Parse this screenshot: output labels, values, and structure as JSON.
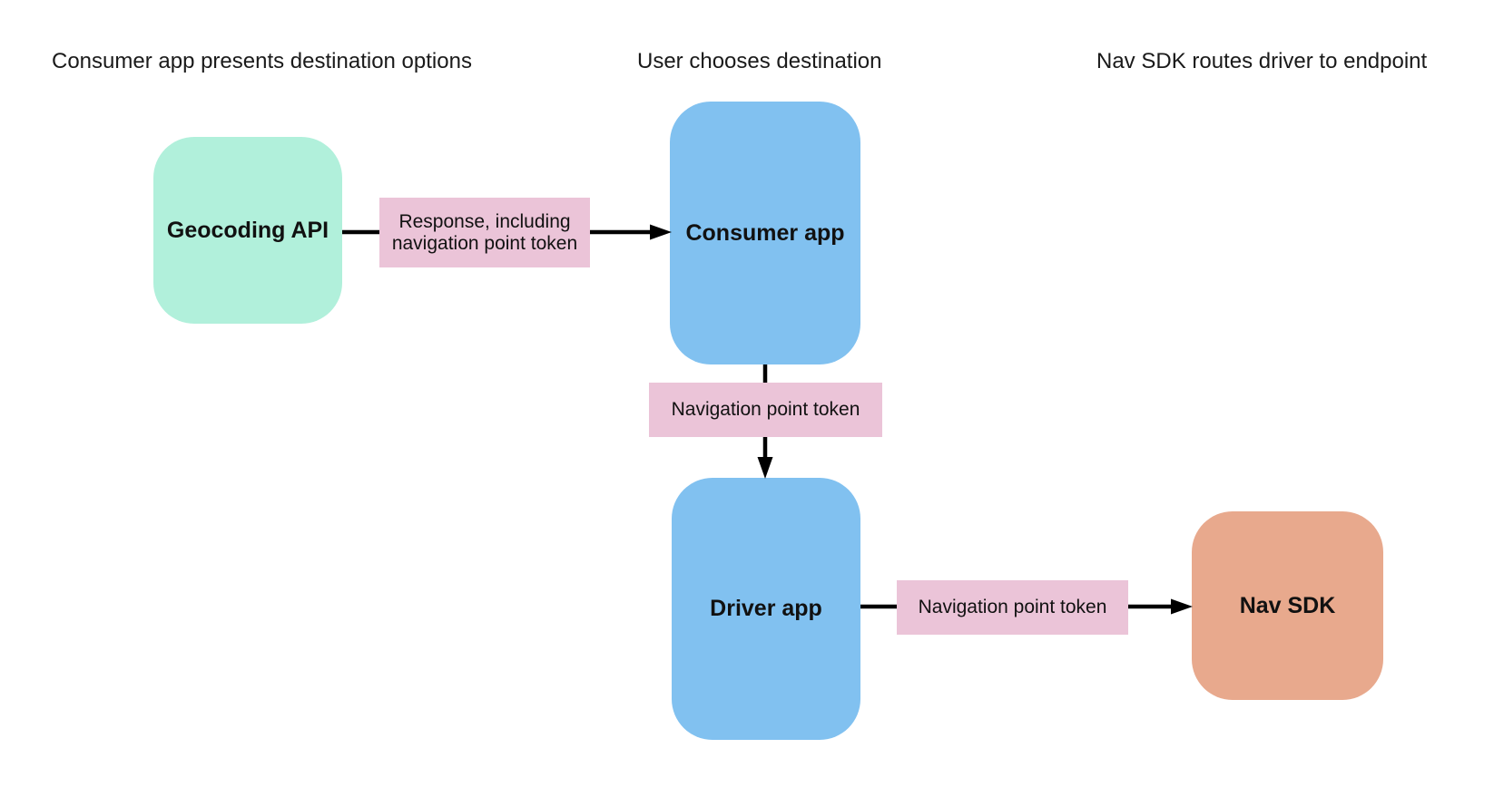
{
  "diagram": {
    "lanes": [
      {
        "label": "Consumer app presents destination options"
      },
      {
        "label": "User chooses destination"
      },
      {
        "label": "Nav SDK routes driver to endpoint"
      }
    ],
    "nodes": [
      {
        "id": "geocoding-api",
        "label": "Geocoding API",
        "color": "#b1f0db"
      },
      {
        "id": "consumer-app",
        "label": "Consumer app",
        "color": "#81c1f0"
      },
      {
        "id": "driver-app",
        "label": "Driver app",
        "color": "#81c1f0"
      },
      {
        "id": "nav-sdk",
        "label": "Nav SDK",
        "color": "#e8a98d"
      }
    ],
    "edges": [
      {
        "from": "geocoding-api",
        "to": "consumer-app",
        "direction": "right",
        "label": "Response, including navigation point token"
      },
      {
        "from": "consumer-app",
        "to": "driver-app",
        "direction": "down",
        "label": "Navigation point token"
      },
      {
        "from": "driver-app",
        "to": "nav-sdk",
        "direction": "right",
        "label": "Navigation point token"
      }
    ],
    "colors": {
      "background": "#ffffff",
      "edge_label_background": "#ebc4d8",
      "arrow": "#000000",
      "heading_text": "#1a1a1a",
      "node_text": "#111111"
    }
  }
}
